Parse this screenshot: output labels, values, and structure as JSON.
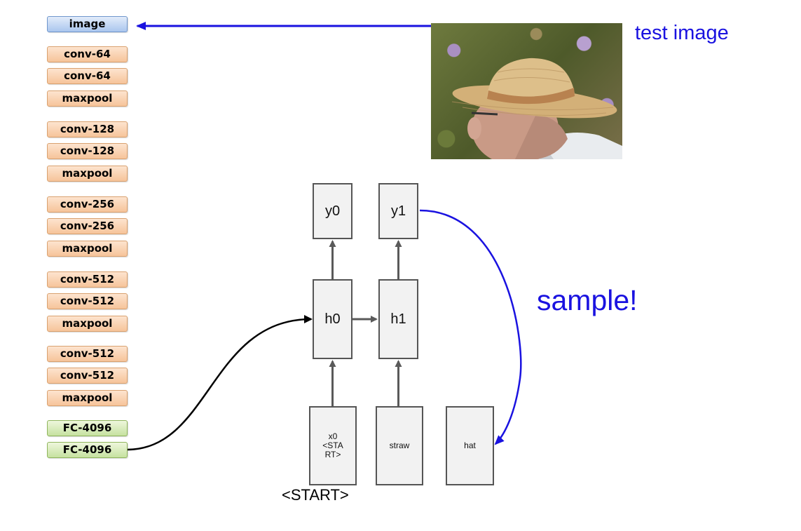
{
  "cnn_layers": [
    {
      "label": "image",
      "kind": "input"
    },
    {
      "label": "conv-64",
      "kind": "conv"
    },
    {
      "label": "conv-64",
      "kind": "conv"
    },
    {
      "label": "maxpool",
      "kind": "conv"
    },
    {
      "label": "conv-128",
      "kind": "conv"
    },
    {
      "label": "conv-128",
      "kind": "conv"
    },
    {
      "label": "maxpool",
      "kind": "conv"
    },
    {
      "label": "conv-256",
      "kind": "conv"
    },
    {
      "label": "conv-256",
      "kind": "conv"
    },
    {
      "label": "maxpool",
      "kind": "conv"
    },
    {
      "label": "conv-512",
      "kind": "conv"
    },
    {
      "label": "conv-512",
      "kind": "conv"
    },
    {
      "label": "maxpool",
      "kind": "conv"
    },
    {
      "label": "conv-512",
      "kind": "conv"
    },
    {
      "label": "conv-512",
      "kind": "conv"
    },
    {
      "label": "maxpool",
      "kind": "conv"
    },
    {
      "label": "FC-4096",
      "kind": "fc"
    },
    {
      "label": "FC-4096",
      "kind": "fc"
    }
  ],
  "rnn": {
    "outputs": [
      "y0",
      "y1"
    ],
    "hidden": [
      "h0",
      "h1"
    ],
    "inputs": [
      "x0\n<STA\nRT>",
      "straw",
      "hat"
    ],
    "start_label": "<START>"
  },
  "annotations": {
    "test_image": "test image",
    "sample": "sample!"
  },
  "colors": {
    "annotation_blue": "#1a12e0",
    "arrow_blue": "#1a12e0",
    "arrow_black": "#000000",
    "arrow_gray": "#5a5a5a"
  }
}
